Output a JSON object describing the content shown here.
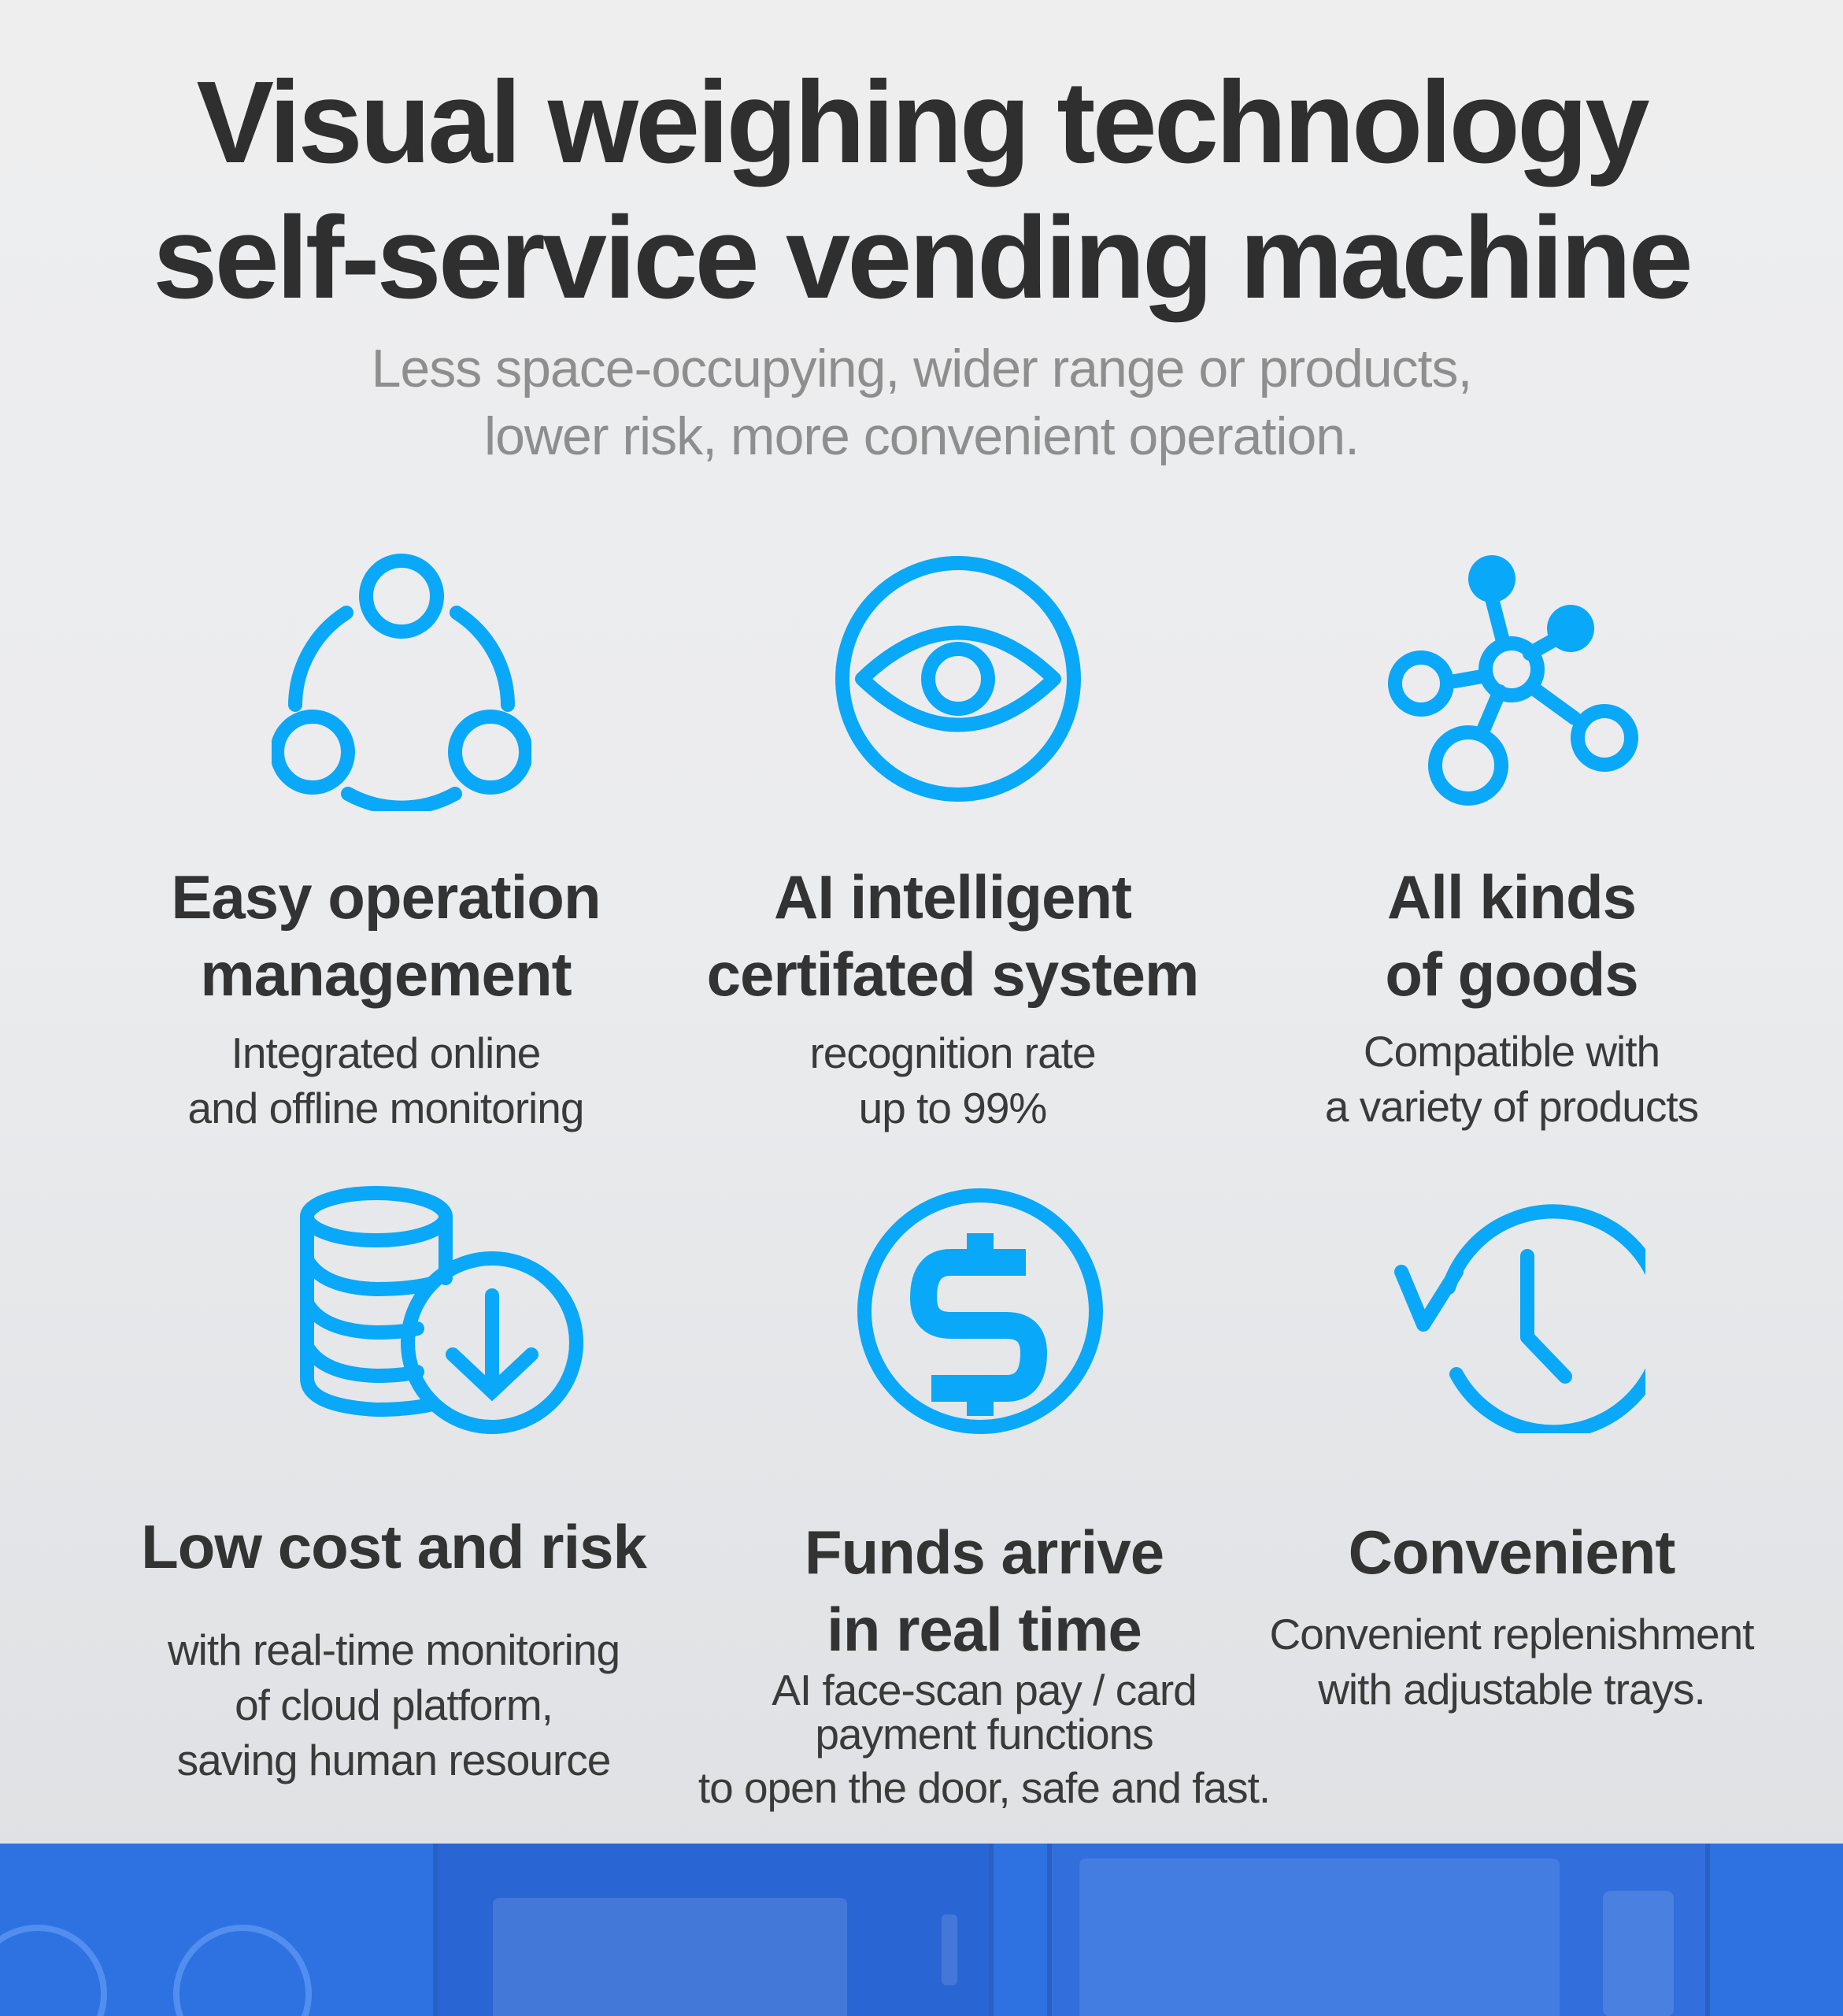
{
  "header": {
    "title_line1": "Visual weighing technology",
    "title_line2": "self-service vending machine",
    "subtitle_line1": "Less space-occupying, wider range or products,",
    "subtitle_line2": "lower risk, more convenient operation."
  },
  "colors": {
    "icon_blue": "#0aa8f8",
    "title": "#2f2f2f",
    "subtitle": "#8e8e8e",
    "band_blue": "#2d72e0"
  },
  "features": [
    {
      "icon": "network-circle-icon",
      "title_line1": "Easy operation",
      "title_line2": "management",
      "desc": [
        "Integrated online",
        "and offline monitoring"
      ]
    },
    {
      "icon": "eye-icon",
      "title_line1": "AI intelligent",
      "title_line2": "certifated system",
      "desc": [
        "recognition rate",
        "up to 99%"
      ]
    },
    {
      "icon": "molecule-nodes-icon",
      "title_line1": "All kinds",
      "title_line2": "of goods",
      "desc": [
        "Compatible with",
        "a variety of products"
      ]
    },
    {
      "icon": "coins-download-icon",
      "title_line1": "Low cost and risk",
      "desc": [
        "with real-time monitoring",
        "of cloud platform,",
        "saving human resource"
      ]
    },
    {
      "icon": "dollar-circle-icon",
      "title_line1": "Funds arrive",
      "title_line2": "in real time",
      "desc": [
        "AI face-scan pay / card",
        "payment functions",
        "to open the door, safe and fast."
      ]
    },
    {
      "icon": "history-clock-icon",
      "title_line1": "Convenient",
      "desc": [
        "Convenient replenishment",
        "with adjustable trays."
      ]
    }
  ]
}
